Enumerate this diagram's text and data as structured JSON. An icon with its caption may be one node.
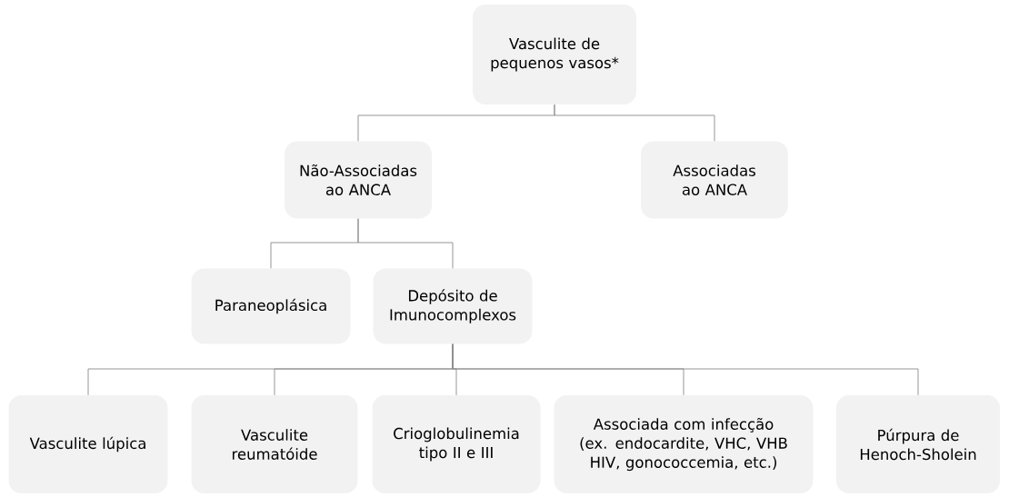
{
  "diagram": {
    "nodes": [
      {
        "text": [
          "Vasculite de pequenos vasos*"
        ]
      },
      {
        "text": [
          "Não-Associadas ao ANCA"
        ]
      },
      {
        "text": [
          "Associadas ao ANCA"
        ]
      },
      {
        "text": [
          "Paraneoplásica"
        ]
      },
      {
        "text": [
          "Depósito de Imunocomplexos"
        ]
      },
      {
        "text": [
          "Vasculite lúpica"
        ]
      },
      {
        "text": [
          "Vasculite reumatóide"
        ]
      },
      {
        "text": [
          "Crioglobulinemia tipo II e III"
        ]
      },
      {
        "text": [
          "Associada com infecção (ex. endocardite, VHC, VHB HIV, gonococcemia, etc.)"
        ]
      },
      {
        "text": [
          "Púrpura de Henoch-Sholein"
        ]
      }
    ],
    "edges": [
      {
        "from": 0,
        "to": 1,
        "arrow": "none"
      },
      {
        "from": 0,
        "to": 2,
        "arrow": "none"
      },
      {
        "from": 1,
        "to": 3,
        "arrow": "none"
      },
      {
        "from": 1,
        "to": 4,
        "arrow": "none"
      },
      {
        "from": 4,
        "to": 5,
        "arrow": "none"
      },
      {
        "from": 4,
        "to": 6,
        "arrow": "none"
      },
      {
        "from": 4,
        "to": 7,
        "arrow": "none"
      },
      {
        "from": 4,
        "to": 8,
        "arrow": "none"
      },
      {
        "from": 4,
        "to": 9,
        "arrow": "none"
      }
    ]
  }
}
